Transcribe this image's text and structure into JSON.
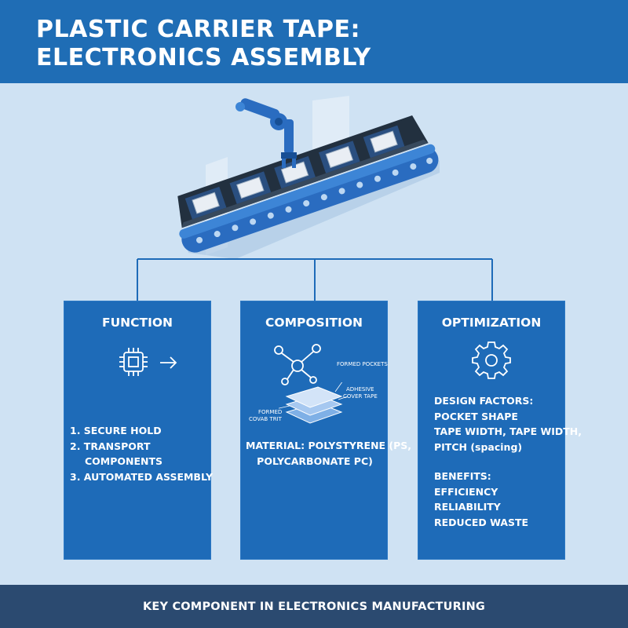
{
  "header": {
    "title_line1": "PLASTIC CARRIER TAPE:",
    "title_line2": "ELECTRONICS ASSEMBLY"
  },
  "illustration": {
    "icon": "conveyor-carrier-tape-with-robotic-arm"
  },
  "panels": {
    "function": {
      "title": "FUNCTION",
      "icons": [
        "chip-icon",
        "arrow-right-icon"
      ],
      "items": [
        "1. SECURE HOLD",
        "2. TRANSPORT",
        "COMPONENTS",
        "3. AUTOMATED ASSEMBLY"
      ]
    },
    "composition": {
      "title": "COMPOSITION",
      "icons": [
        "molecule-icon",
        "layers-icon"
      ],
      "labels": {
        "formed_pockets": "FORMED POCKETS",
        "adhesive_line1": "ADHESIVE",
        "adhesive_line2": "COVER TAPE",
        "left_line1": "FORMED",
        "left_line2": "COVAB TRIT"
      },
      "material_line1": "MATERIAL: POLYSTYRENE (PS,",
      "material_line2": "POLYCARBONATE PC)"
    },
    "optimization": {
      "title": "OPTIMIZATION",
      "icons": [
        "gear-icon"
      ],
      "design_heading": "DESIGN FACTORS:",
      "design_items": [
        "POCKET SHAPE",
        "TAPE WIDTH, TAPE WIDTH,",
        "PITCH (spacing)"
      ],
      "benefits_heading": "BENEFITS:",
      "benefit_items": [
        "EFFICIENCY",
        "RELIABILITY",
        "REDUCED WASTE"
      ]
    }
  },
  "footer": {
    "text": "KEY COMPONENT IN ELECTRONICS MANUFACTURING"
  },
  "colors": {
    "header_bg": "#1f6db5",
    "page_bg": "#cfe2f3",
    "panel_bg": "#1e6bb8",
    "footer_bg": "#2b4a70",
    "connector": "#1e6bb8"
  }
}
